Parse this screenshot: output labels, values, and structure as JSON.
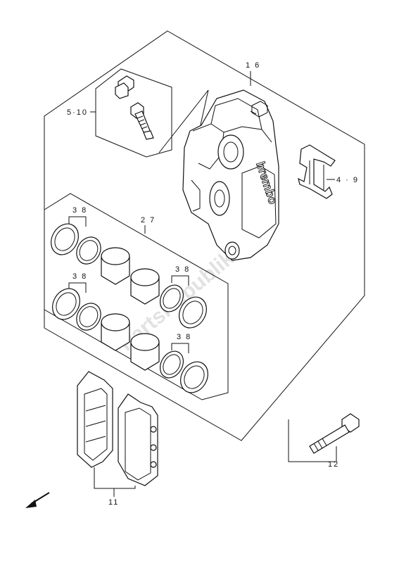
{
  "callouts": {
    "c16": "1 6",
    "c510": "5·10",
    "c49": "4 · 9",
    "c27": "2 7",
    "c38a": "3 8",
    "c38b": "3 8",
    "c38c": "3 8",
    "c38d": "3 8",
    "c12": "12",
    "c11": "11"
  },
  "caliper_logo": "brembo",
  "watermark": "PartsRepublik",
  "icons": {
    "direction": "front-arrow-icon"
  }
}
